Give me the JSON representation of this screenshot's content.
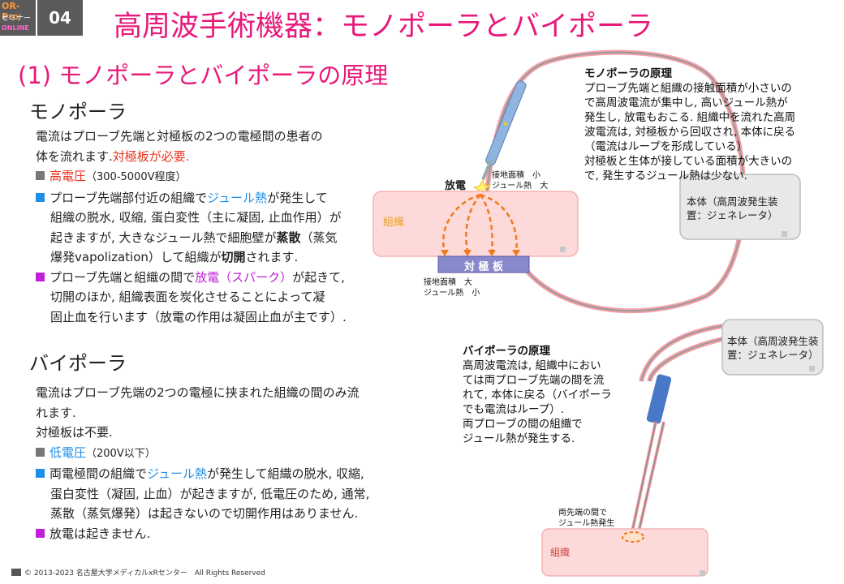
{
  "header": {
    "logo_top": "OR-Pro",
    "logo_mid": "セミナー",
    "logo_bottom": "ONLINE",
    "number": "04",
    "title": "高周波手術機器：モノポーラとバイポーラ"
  },
  "subtitle": "(1) モノポーラとバイポーラの原理",
  "mono": {
    "heading": "モノポーラ",
    "intro_a": "電流はプローブ先端と対極板の2つの電極間の患者の",
    "intro_b": "体を流れます.",
    "intro_red": "対極板が必要.",
    "b1_label": "高電圧",
    "b1_rest": "（300-5000V程度）",
    "b2_a": "プローブ先端部付近の組織で",
    "b2_blue": "ジュール熱",
    "b2_b": "が発生して",
    "b2_l2": "組織の脱水, 収縮, 蛋白変性（主に凝固, 止血作用）が",
    "b2_l3a": "起きますが, 大きなジュール熱で細胞壁が",
    "b2_bold1": "蒸散",
    "b2_l3b": "（蒸気",
    "b2_l4a": "爆発vapolization）して組織が",
    "b2_bold2": "切開",
    "b2_l4b": "されます.",
    "b3_a": "プローブ先端と組織の間で",
    "b3_mag": "放電（スパーク）",
    "b3_b": "が起きて,",
    "b3_l2": "切開のほか, 組織表面を炭化させることによって凝",
    "b3_l3": "固止血を行います（放電の作用は凝固止血が主です）."
  },
  "bi": {
    "heading": "バイポーラ",
    "intro_a": "電流はプローブ先端の2つの電極に挟まれた組織の間のみ流",
    "intro_b": "れます.",
    "intro_c": "対極板は不要.",
    "b1_label": "低電圧",
    "b1_rest": "（200V以下）",
    "b2_a": "両電極間の組織で",
    "b2_blue": "ジュール熱",
    "b2_b": "が発生して組織の脱水, 収縮,",
    "b2_l2": "蛋白変性（凝固, 止血）が起きますが, 低電圧のため, 通常,",
    "b2_l3": "蒸散（蒸気爆発）は起きないので切開作用はありません.",
    "b3": "放電は起きません."
  },
  "mono_diagram": {
    "note_title": "モノポーラの原理",
    "note_lines": [
      "プローブ先端と組織の接触面積が小さいの",
      "で高周波電流が集中し, 高いジュール熱が",
      "発生し, 放電もおこる. 組織中を流れた高周",
      "波電流は, 対極板から回収され, 本体に戻る",
      "（電流はループを形成している）",
      "対極板と生体が接している面積が大きいの",
      "で, 発生するジュール熱は少ない."
    ],
    "discharge": "放電",
    "top_area": "接地面積　小",
    "top_heat": "ジュール熱　大",
    "tissue": "組織",
    "plate": "対 極 板",
    "bottom_area": "接地面積　大",
    "bottom_heat": "ジュール熱　小",
    "device": "本体（高周波発生装置：ジェネレータ）"
  },
  "bi_diagram": {
    "note_title": "バイポーラの原理",
    "note_lines": [
      "高周波電流は, 組織中におい",
      "ては両プローブ先端の間を流",
      "れて, 本体に戻る（バイポーラ",
      "でも電流はループ）.",
      "両プローブの間の組織で",
      "ジュール熱が発生する."
    ],
    "device": "本体（高周波発生装置：ジェネレータ）",
    "tip_line1": "両先端の間で",
    "tip_line2": "ジュール熱発生",
    "tissue": "組織"
  },
  "footer": "© 2013-2023 名古屋大学メディカルxRセンター　All Rights Reserved",
  "colors": {
    "accent": "#e8197a",
    "red": "#e8321e",
    "blue": "#1e8ee8",
    "magenta": "#c020d8",
    "tissue": "#fdd9d9",
    "plate": "#8888cc",
    "arrow": "#f07a1a"
  }
}
